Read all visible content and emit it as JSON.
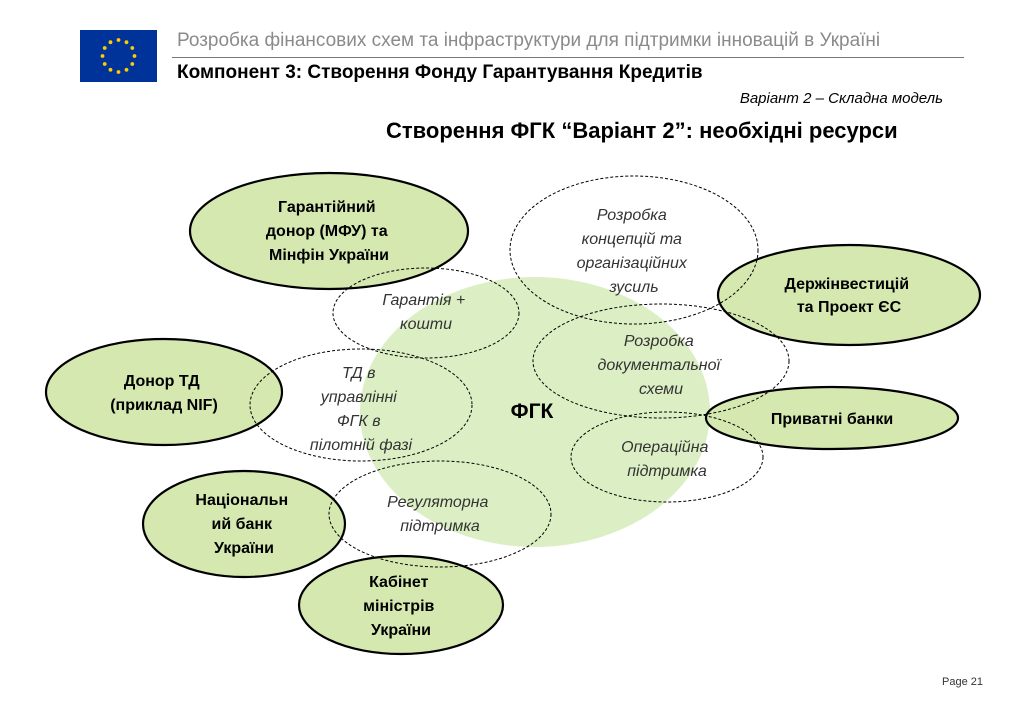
{
  "header": {
    "subtitle": "Розробка фінансових схем та інфраструктури для підтримки інновацій в Україні",
    "component_title": "Компонент 3: Створення Фонду Гарантування Кредитів",
    "variant": "Варіант 2 –  Складна модель"
  },
  "slide_title": "Створення ФГК “Варіант 2”: необхідні ресурси",
  "diagram": {
    "center": {
      "label": "ФГК"
    },
    "stakeholders": [
      {
        "id": "guarantee-donor",
        "lines": [
          "Гарантійний",
          "донор (МФУ) та",
          "Мінфін України"
        ]
      },
      {
        "id": "state-investment",
        "lines": [
          "Держінвестицій",
          "та Проект ЄС"
        ]
      },
      {
        "id": "ta-donor",
        "lines": [
          "Донор ТД",
          "(приклад NIF)"
        ]
      },
      {
        "id": "private-banks",
        "lines": [
          "Приватні банки"
        ]
      },
      {
        "id": "national-bank",
        "lines": [
          "Національн",
          "ий банк",
          "України"
        ]
      },
      {
        "id": "cabinet",
        "lines": [
          "Кабінет",
          "міністрів",
          "України"
        ]
      }
    ],
    "resources": [
      {
        "id": "concept",
        "lines": [
          "Розробка",
          "концепцій та",
          "організаційних",
          "зусиль"
        ]
      },
      {
        "id": "guarantee-cash",
        "lines": [
          "Гарантія +",
          "кошти"
        ]
      },
      {
        "id": "documentation",
        "lines": [
          "Розробка",
          "документальної",
          "схеми"
        ]
      },
      {
        "id": "ta-management",
        "lines": [
          "ТД в",
          "управлінні",
          "ФГК в",
          "пілотній фазі"
        ]
      },
      {
        "id": "operational",
        "lines": [
          "Операційна",
          "підтримка"
        ]
      },
      {
        "id": "regulatory",
        "lines": [
          "Регуляторна",
          "підтримка"
        ]
      }
    ]
  },
  "footer": {
    "page": "Page 21"
  },
  "colors": {
    "fill_green": "#d5e8b0",
    "center_fill": "#dcefc4",
    "outline": "#000000",
    "header_gray": "#8a8a8a",
    "eu_blue": "#003399",
    "eu_star": "#ffcc00"
  }
}
